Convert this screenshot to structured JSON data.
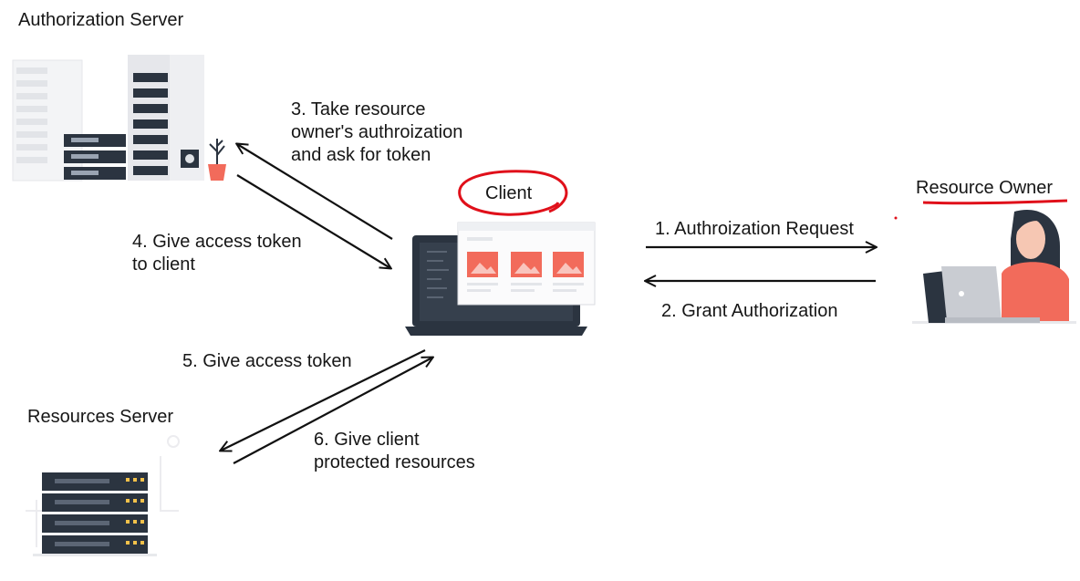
{
  "nodes": {
    "authorization_server": "Authorization Server",
    "client": "Client",
    "resource_owner": "Resource Owner",
    "resources_server": "Resources Server"
  },
  "steps": {
    "step1": "1. Authroization Request",
    "step2": "2. Grant Authorization",
    "step3": "3. Take resource\nowner's authroization\nand ask for token",
    "step4": "4. Give access token\nto client",
    "step5": "5. Give access token",
    "step6": "6. Give client\nprotected resources"
  },
  "icons": {
    "authorization_server": "server-rack-icon",
    "client": "laptop-icon",
    "resource_owner": "person-with-laptop-icon",
    "resources_server": "server-stack-icon"
  },
  "colors": {
    "annotation_red": "#e0101a",
    "accent_salmon": "#f26b5b",
    "server_dark": "#2b3440",
    "arrow": "#111111"
  }
}
